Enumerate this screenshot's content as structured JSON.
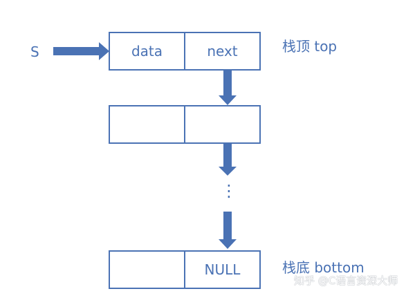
{
  "pointer_label": "S",
  "nodes": [
    {
      "data": "data",
      "next": "next"
    },
    {
      "data": "",
      "next": ""
    },
    {
      "data": "",
      "next": "NULL"
    }
  ],
  "top_label": "栈顶 top",
  "bottom_label": "栈底 bottom",
  "ellipsis": "⋮",
  "watermark": "知乎 @C语言资深大师",
  "colors": {
    "accent": "#4a72b4",
    "background": "#ffffff"
  }
}
